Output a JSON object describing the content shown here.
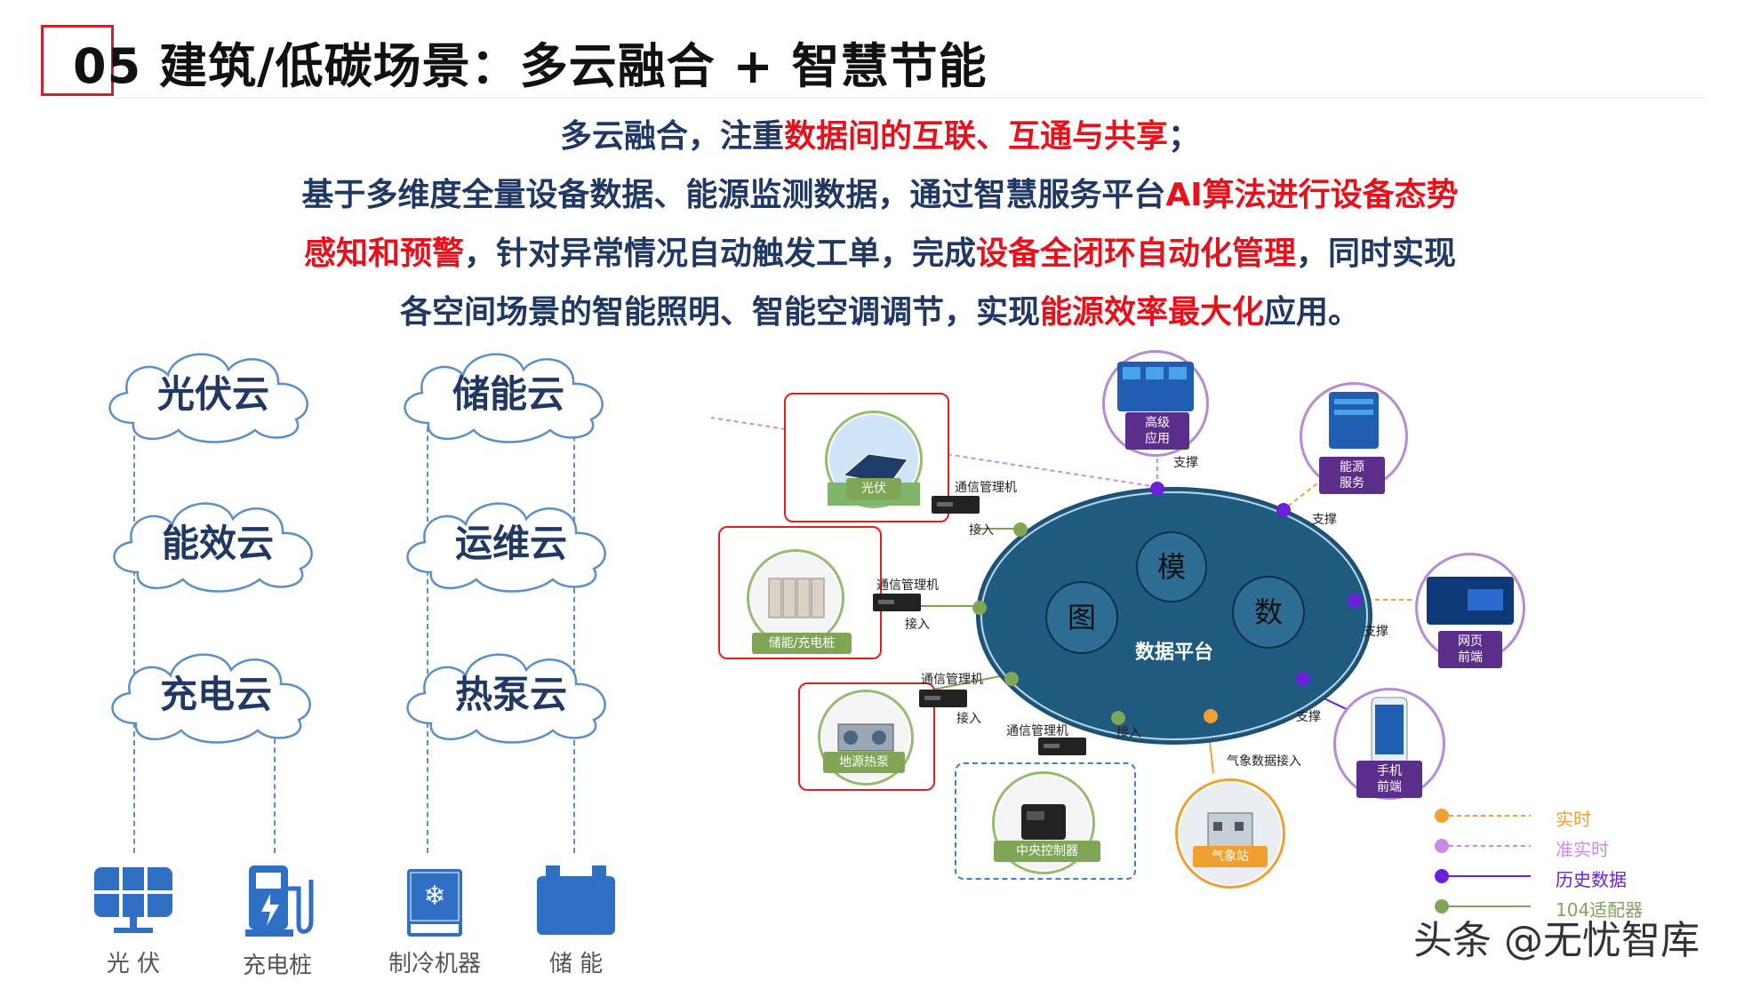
{
  "title": "05 建筑/低碳场景：多云融合 + 智慧节能",
  "intro": {
    "line1": [
      {
        "t": "多云融合，注重",
        "red": false
      },
      {
        "t": "数据间的互联、互通与共享",
        "red": true
      },
      {
        "t": "；",
        "red": false
      }
    ],
    "line2": [
      {
        "t": "基于多维度全量设备数据、能源监测数据，通过智慧服务平台",
        "red": false
      },
      {
        "t": "AI算法进行设备态势",
        "red": true
      }
    ],
    "line3": [
      {
        "t": "感知和预警",
        "red": true
      },
      {
        "t": "，针对异常情况自动触发工单，完成",
        "red": false
      },
      {
        "t": "设备全闭环自动化管理",
        "red": true
      },
      {
        "t": "，同时实现",
        "red": false
      }
    ],
    "line4": [
      {
        "t": "各空间场景的智能照明、智能空调调节，实现",
        "red": false
      },
      {
        "t": "能源效率最大化",
        "red": true
      },
      {
        "t": "应用。",
        "red": false
      }
    ]
  },
  "clouds": [
    "光伏云",
    "储能云",
    "能效云",
    "运维云",
    "充电云",
    "热泵云"
  ],
  "devices": [
    {
      "label": "光 伏",
      "icon": "solar-panel-icon"
    },
    {
      "label": "充电桩",
      "icon": "charging-pile-icon"
    },
    {
      "label": "制冷机器",
      "icon": "refrigerator-icon"
    },
    {
      "label": "储 能",
      "icon": "battery-icon"
    }
  ],
  "diagram": {
    "platform": "数据平台",
    "modules": [
      "模",
      "图",
      "数"
    ],
    "sources": {
      "pv": "光伏",
      "storage": "储能/充电桩",
      "heatpump": "地源热泵",
      "controller": "中央控制器",
      "weather": "气象站"
    },
    "comm_manager": "通信管理机",
    "access": "接入",
    "support": "支撑",
    "weather_access": "气象数据接入",
    "apps": {
      "advanced": "高级\n应用",
      "energy": "能源\n服务",
      "web": "网页\n前端",
      "mobile": "手机\n前端"
    }
  },
  "legend": [
    {
      "label": "实时",
      "color": "#f0a030"
    },
    {
      "label": "准实时",
      "color": "#c98ae8"
    },
    {
      "label": "历史数据",
      "color": "#6a1fd8"
    },
    {
      "label": "104适配器",
      "color": "#7ea655"
    }
  ],
  "watermark": "头条 @无忧智库"
}
